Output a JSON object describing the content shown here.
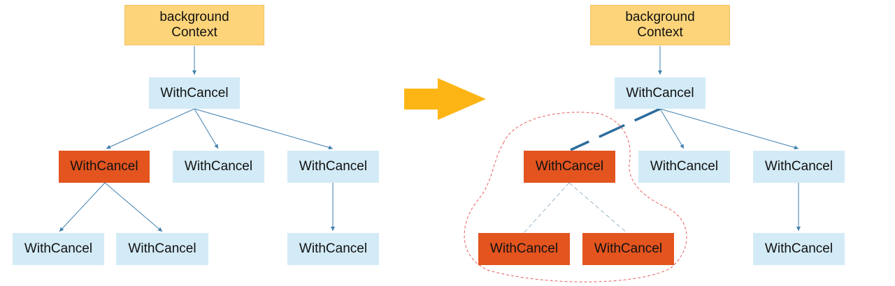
{
  "colors": {
    "root": "#fdd47a",
    "normal": "#d3ebf6",
    "cancelled": "#e3541f",
    "edge": "#3f7fae",
    "arrow": "#fdb516",
    "highlight": "#e46060"
  },
  "left": {
    "root": "background\nContext",
    "level1": "WithCancel",
    "level2": [
      "WithCancel",
      "WithCancel",
      "WithCancel"
    ],
    "level3": [
      "WithCancel",
      "WithCancel",
      "WithCancel"
    ]
  },
  "right": {
    "root": "background\nContext",
    "level1": "WithCancel",
    "level2": [
      "WithCancel",
      "WithCancel",
      "WithCancel"
    ],
    "level3": [
      "WithCancel",
      "WithCancel",
      "WithCancel"
    ]
  }
}
